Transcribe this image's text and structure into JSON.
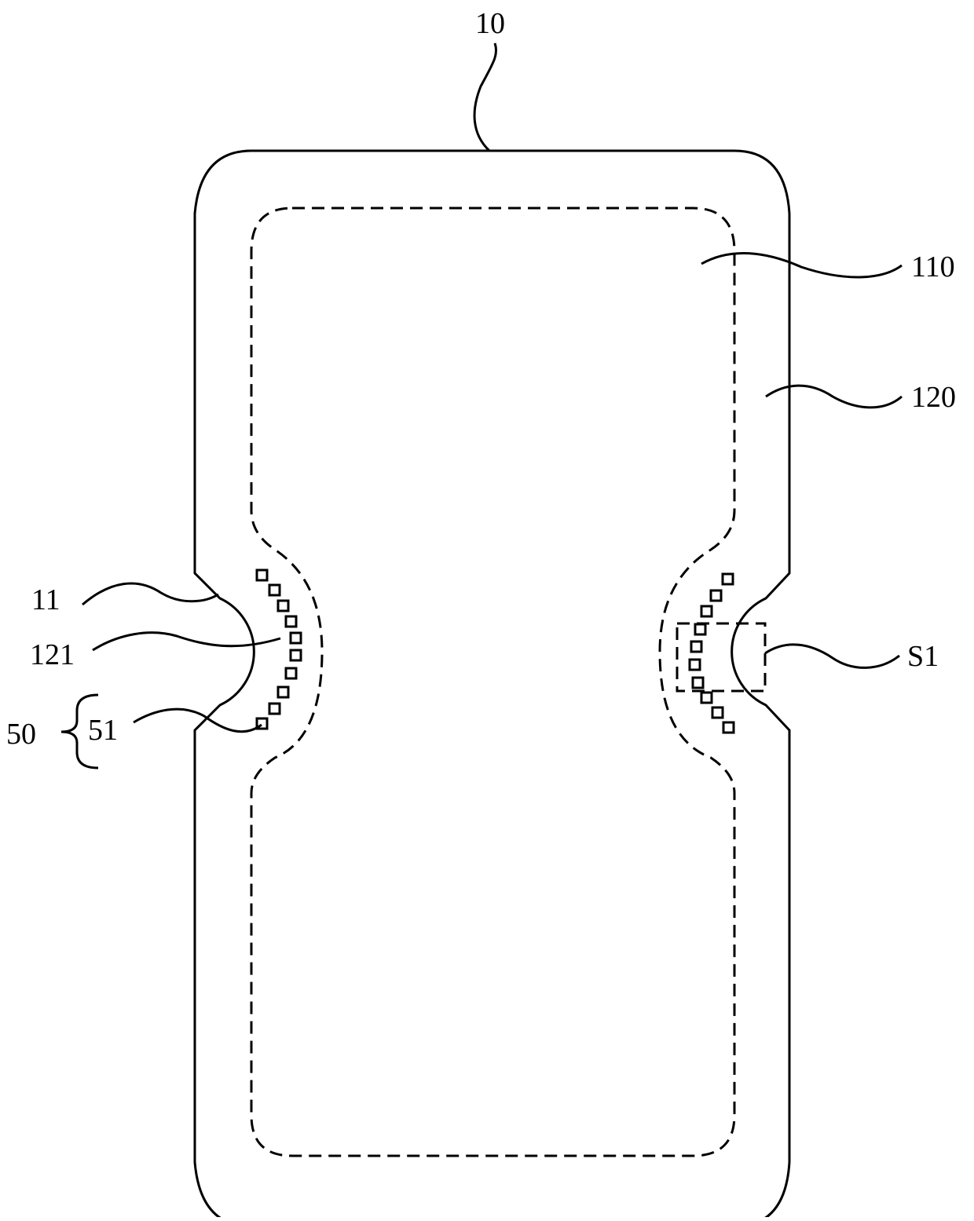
{
  "labels": {
    "panel": "10",
    "display_area": "110",
    "border_area": "120",
    "notch": "11",
    "notch_region": "121",
    "group": "50",
    "element": "51",
    "detail_box": "S1"
  },
  "colors": {
    "line": "#000000",
    "background": "#ffffff"
  }
}
